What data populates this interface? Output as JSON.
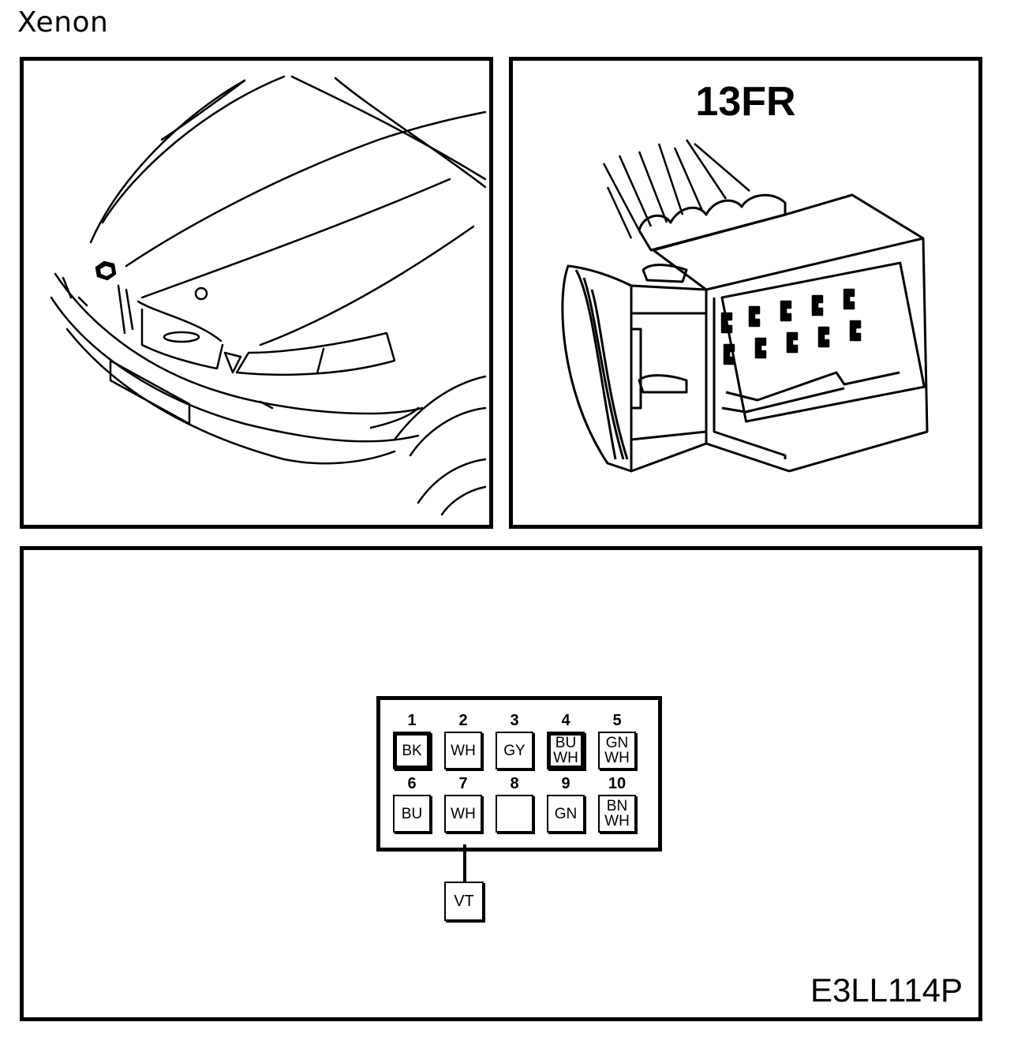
{
  "heading": "Xenon",
  "connector": {
    "code": "13FR",
    "figure_id": "E3LL114P",
    "pins": [
      {
        "num": "1",
        "label": "BK",
        "heavy": true
      },
      {
        "num": "2",
        "label": "WH",
        "heavy": false
      },
      {
        "num": "3",
        "label": "GY",
        "heavy": false
      },
      {
        "num": "4",
        "label": "BU\nWH",
        "heavy": true
      },
      {
        "num": "5",
        "label": "GN\nWH",
        "heavy": false
      },
      {
        "num": "6",
        "label": "BU",
        "heavy": false
      },
      {
        "num": "7",
        "label": "WH",
        "heavy": false
      },
      {
        "num": "8",
        "label": "",
        "heavy": false
      },
      {
        "num": "9",
        "label": "GN",
        "heavy": false
      },
      {
        "num": "10",
        "label": "BN\nWH",
        "heavy": false
      }
    ],
    "splice": {
      "from_pin": "7",
      "label": "VT"
    }
  }
}
